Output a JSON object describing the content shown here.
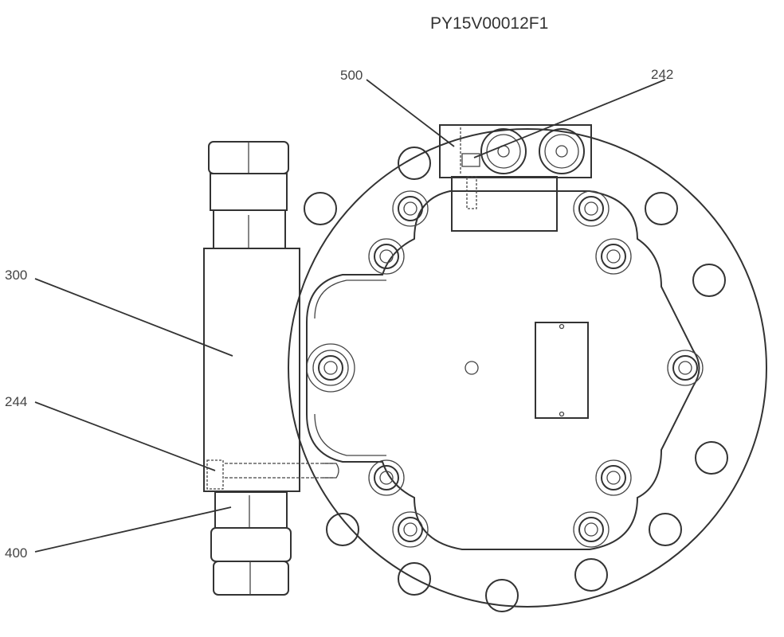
{
  "drawing_number": "PY15V00012F1",
  "callouts": [
    {
      "label": "500"
    },
    {
      "label": "242"
    },
    {
      "label": "300"
    },
    {
      "label": "244"
    },
    {
      "label": "400"
    }
  ]
}
